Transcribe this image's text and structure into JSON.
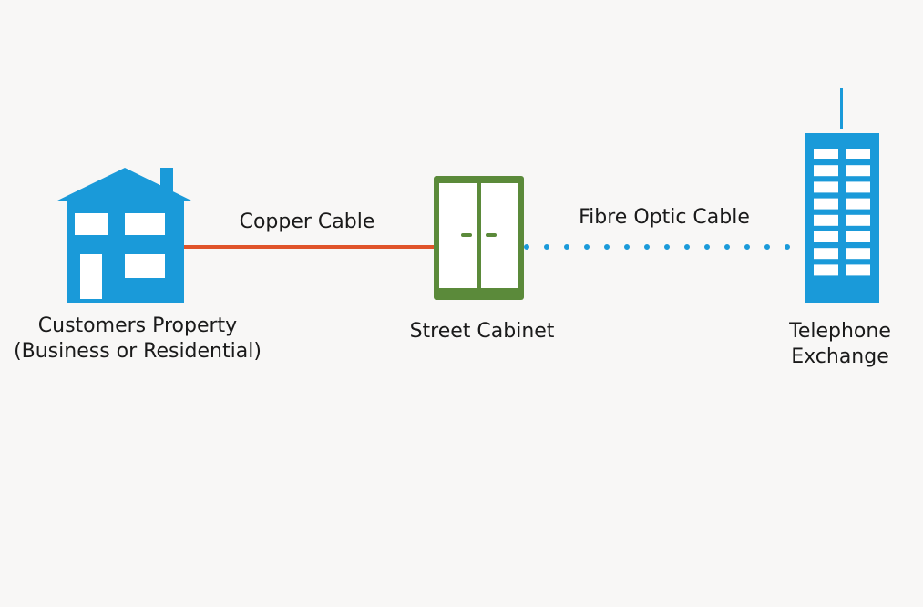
{
  "nodes": {
    "house": {
      "label_line1": "Customers Property",
      "label_line2": "(Business or Residential)",
      "color": "#1a9ad9"
    },
    "cabinet": {
      "label": "Street Cabinet",
      "color": "#5b8a3a"
    },
    "exchange": {
      "label_line1": "Telephone",
      "label_line2": "Exchange",
      "color": "#1a9ad9"
    }
  },
  "links": {
    "copper": {
      "label": "Copper Cable",
      "color": "#e0542a",
      "style": "solid"
    },
    "fibre": {
      "label": "Fibre Optic Cable",
      "color": "#1a9ad9",
      "style": "dotted"
    }
  },
  "background": "#f8f7f6"
}
